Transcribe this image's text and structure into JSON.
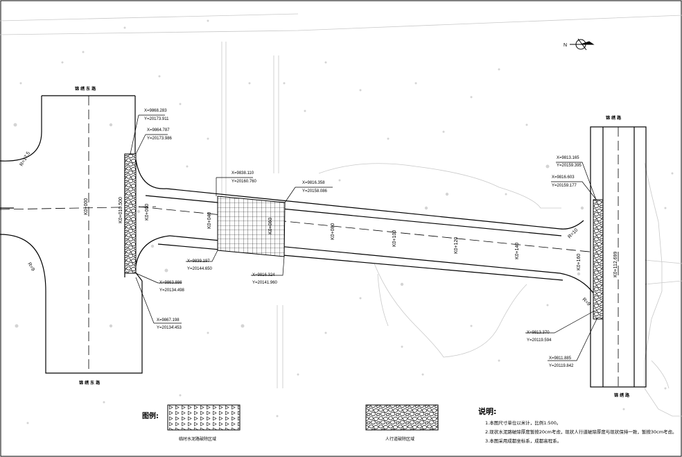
{
  "roads": {
    "left_top": "锦 绣 东 路",
    "left_bottom": "锦 绣 东 路",
    "right_top": "锦 绣 路",
    "right_bottom": "锦 绣 路"
  },
  "radii": {
    "left_upper": "R=17.5",
    "left_lower": "R=9",
    "right_upper": "R=10",
    "right_lower": "R=9"
  },
  "stations": {
    "left_road": "K0+000",
    "left_road_mid": "K0+010.500",
    "left_edge": "K0+000",
    "grid_left": "K0+040",
    "grid_right": "K0+060",
    "s80": "K0+080",
    "s100": "K0+100",
    "s120": "K0+120",
    "s140": "K0+140",
    "s160": "K0+160",
    "right_road": "K0+112.699"
  },
  "coords": [
    {
      "x": "X=9868.283",
      "y": "Y=20173.911"
    },
    {
      "x": "X=9864.787",
      "y": "Y=20173.986"
    },
    {
      "x": "X=9838.110",
      "y": "Y=20160.760"
    },
    {
      "x": "X=9816.358",
      "y": "Y=20158.086"
    },
    {
      "x": "X=9813.165",
      "y": "Y=20159.395"
    },
    {
      "x": "X=9816.603",
      "y": "Y=20159.177"
    },
    {
      "x": "X=9839.197",
      "y": "Y=20144.650"
    },
    {
      "x": "X=9816.324",
      "y": "Y=20141.960"
    },
    {
      "x": "X=9863.886",
      "y": "Y=20134.498"
    },
    {
      "x": "X=9867.198",
      "y": "Y=20134.453"
    },
    {
      "x": "X=9813.370",
      "y": "Y=20119.594"
    },
    {
      "x": "X=9811.885",
      "y": "Y=20119.842"
    }
  ],
  "legend": {
    "title": "图例:",
    "item1": "临时水泥路破除区域",
    "item2": "人行道破除区域"
  },
  "notes": {
    "title": "说明:",
    "lines": [
      "1.本图尺寸单位以米计，比例1:500。",
      "2.现状水泥路破除厚度暂按20cm考虑，现状人行道破除厚度与现状保持一致，暂按30cm考虑。",
      "3.本图采用成都坐标系，成都高程系。"
    ]
  },
  "north": "N",
  "colors": {
    "line": "#000000",
    "bg_feature": "#c8c8c8"
  }
}
